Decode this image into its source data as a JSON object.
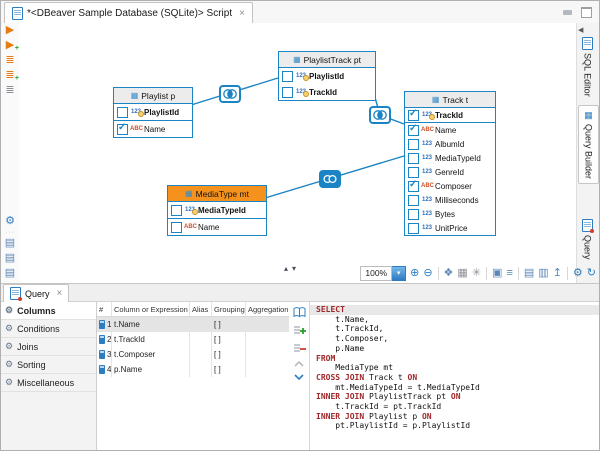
{
  "editor_tab": {
    "title": "*<DBeaver Sample Database (SQLite)> Script",
    "close": "×"
  },
  "right_tabs": {
    "collapse_arrow": "◀",
    "sql_editor": "SQL Editor",
    "query_builder": "Query Builder",
    "query": "Query",
    "builder_icon": "▦"
  },
  "left_toolbar": {
    "execute": "▶",
    "execute_new": "▶",
    "script": "≣",
    "script_new": "≣",
    "script_plain": "≣",
    "plus_badge": "+",
    "settings": "⚙",
    "doc_export": "▤",
    "doc_alert": "▤",
    "doc_edit": "▤",
    "dots": "···"
  },
  "diagram": {
    "table_icon": "▦",
    "tables": [
      {
        "title": "Playlist p",
        "columns": [
          {
            "name": "PlaylistId",
            "type_icon": "123"
          },
          {
            "name": "Name",
            "type_icon": "ABC"
          }
        ]
      },
      {
        "title": "PlaylistTrack pt",
        "columns": [
          {
            "name": "PlaylistId",
            "type_icon": "123"
          },
          {
            "name": "TrackId",
            "type_icon": "123"
          }
        ]
      },
      {
        "title": "Track t",
        "columns": [
          {
            "name": "TrackId",
            "type_icon": "123"
          },
          {
            "name": "Name",
            "type_icon": "ABC"
          },
          {
            "name": "AlbumId",
            "type_icon": "123"
          },
          {
            "name": "MediaTypeId",
            "type_icon": "123"
          },
          {
            "name": "GenreId",
            "type_icon": "123"
          },
          {
            "name": "Composer",
            "type_icon": "ABC"
          },
          {
            "name": "Milliseconds",
            "type_icon": "123"
          },
          {
            "name": "Bytes",
            "type_icon": "123"
          },
          {
            "name": "UnitPrice",
            "type_icon": "123"
          }
        ]
      },
      {
        "title": "MediaType mt",
        "columns": [
          {
            "name": "MediaTypeId",
            "type_icon": "123"
          },
          {
            "name": "Name",
            "type_icon": "ABC"
          }
        ]
      }
    ]
  },
  "diagram_toolbar": {
    "zoom_value": "100%",
    "dropdown": "▾",
    "zoom_in": "⊕",
    "zoom_out": "⊖",
    "auto_layout": "❖",
    "grid": "▦",
    "snap": "✳",
    "notes": "▣",
    "structure": "≡",
    "print": "▤",
    "save_image": "▥",
    "upload": "↥",
    "settings": "⚙",
    "refresh": "↻",
    "collapse_up": "▴",
    "collapse_down": "▾"
  },
  "bottom_panel": {
    "tab": {
      "label": "Query",
      "close": "×"
    },
    "sidebar_gear": "⚙",
    "sidebar": [
      {
        "label": "Columns"
      },
      {
        "label": "Conditions"
      },
      {
        "label": "Joins"
      },
      {
        "label": "Sorting"
      },
      {
        "label": "Miscellaneous"
      }
    ],
    "grid": {
      "headers": [
        "#",
        "Column or Expression",
        "Alias",
        "Grouping",
        "Aggregation"
      ],
      "rows": [
        {
          "num": "1",
          "expr": "t.Name",
          "alias": "",
          "grouping": "[ ]",
          "aggregation": ""
        },
        {
          "num": "2",
          "expr": "t.TrackId",
          "alias": "",
          "grouping": "[ ]",
          "aggregation": ""
        },
        {
          "num": "3",
          "expr": "t.Composer",
          "alias": "",
          "grouping": "[ ]",
          "aggregation": ""
        },
        {
          "num": "4",
          "expr": "p.Name",
          "alias": "",
          "grouping": "[ ]",
          "aggregation": ""
        }
      ]
    },
    "sql": {
      "lines": [
        {
          "segs": [
            {
              "t": "SELECT"
            }
          ]
        },
        {
          "segs": [
            {
              "t": "    t.Name,"
            }
          ]
        },
        {
          "segs": [
            {
              "t": "    t.TrackId,"
            }
          ]
        },
        {
          "segs": [
            {
              "t": "    t.Composer,"
            }
          ]
        },
        {
          "segs": [
            {
              "t": "    p.Name"
            }
          ]
        },
        {
          "segs": [
            {
              "t": "FROM"
            }
          ]
        },
        {
          "segs": [
            {
              "t": "    MediaType mt"
            }
          ]
        },
        {
          "segs": [
            {
              "t": "CROSS JOIN"
            },
            {
              "t": " Track t "
            },
            {
              "t": "ON"
            }
          ]
        },
        {
          "segs": [
            {
              "t": "    mt.MediaTypeId = t.MediaTypeId"
            }
          ]
        },
        {
          "segs": [
            {
              "t": "INNER JOIN"
            },
            {
              "t": " PlaylistTrack pt "
            },
            {
              "t": "ON"
            }
          ]
        },
        {
          "segs": [
            {
              "t": "    t.TrackId = pt.TrackId"
            }
          ]
        },
        {
          "segs": [
            {
              "t": "INNER JOIN"
            },
            {
              "t": " Playlist p "
            },
            {
              "t": "ON"
            }
          ]
        },
        {
          "segs": [
            {
              "t": "    pt.PlaylistId = p.PlaylistId"
            }
          ]
        }
      ]
    }
  },
  "colors": {
    "accent_blue": "#1b84c4",
    "orange_header": "#f5921e",
    "keyword_red": "#a0282a"
  }
}
